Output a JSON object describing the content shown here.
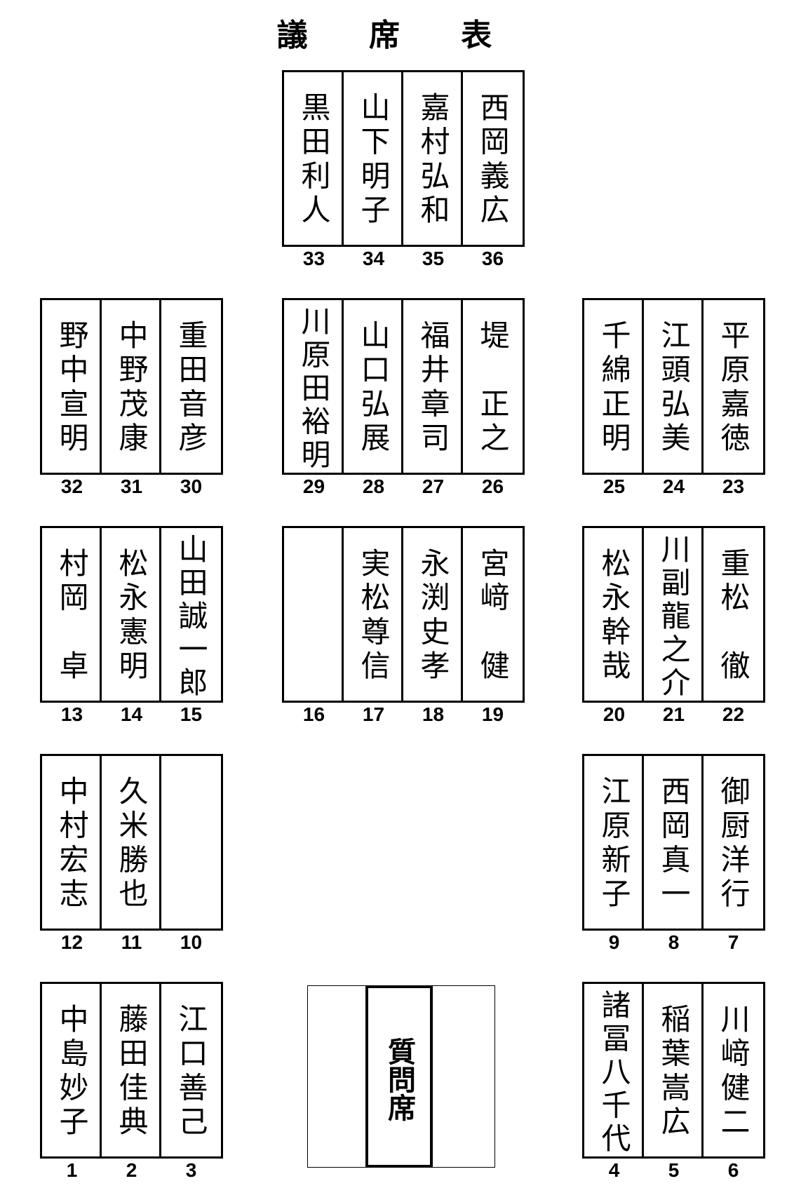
{
  "title": "議 席 表",
  "podium": {
    "label": "質問席"
  },
  "blocks": [
    {
      "seats": [
        {
          "no": "33",
          "name": "黒田利人"
        },
        {
          "no": "34",
          "name": "山下明子"
        },
        {
          "no": "35",
          "name": "嘉村弘和"
        },
        {
          "no": "36",
          "name": "西岡義広"
        }
      ]
    },
    {
      "seats": [
        {
          "no": "32",
          "name": "野中宣明"
        },
        {
          "no": "31",
          "name": "中野茂康"
        },
        {
          "no": "30",
          "name": "重田音彦"
        }
      ]
    },
    {
      "seats": [
        {
          "no": "29",
          "name": "川原田裕明"
        },
        {
          "no": "28",
          "name": "山口弘展"
        },
        {
          "no": "27",
          "name": "福井章司"
        },
        {
          "no": "26",
          "name": "堤　正之"
        }
      ]
    },
    {
      "seats": [
        {
          "no": "25",
          "name": "千綿正明"
        },
        {
          "no": "24",
          "name": "江頭弘美"
        },
        {
          "no": "23",
          "name": "平原嘉徳"
        }
      ]
    },
    {
      "seats": [
        {
          "no": "13",
          "name": "村岡　卓"
        },
        {
          "no": "14",
          "name": "松永憲明"
        },
        {
          "no": "15",
          "name": "山田誠一郎"
        }
      ]
    },
    {
      "seats": [
        {
          "no": "16",
          "name": ""
        },
        {
          "no": "17",
          "name": "実松尊信"
        },
        {
          "no": "18",
          "name": "永渕史孝"
        },
        {
          "no": "19",
          "name": "宮﨑　健"
        }
      ]
    },
    {
      "seats": [
        {
          "no": "20",
          "name": "松永幹哉"
        },
        {
          "no": "21",
          "name": "川副龍之介"
        },
        {
          "no": "22",
          "name": "重松　徹"
        }
      ]
    },
    {
      "seats": [
        {
          "no": "12",
          "name": "中村宏志"
        },
        {
          "no": "11",
          "name": "久米勝也"
        },
        {
          "no": "10",
          "name": ""
        }
      ]
    },
    {
      "seats": [
        {
          "no": "9",
          "name": "江原新子"
        },
        {
          "no": "8",
          "name": "西岡真一"
        },
        {
          "no": "7",
          "name": "御厨洋行"
        }
      ]
    },
    {
      "seats": [
        {
          "no": "1",
          "name": "中島妙子"
        },
        {
          "no": "2",
          "name": "藤田佳典"
        },
        {
          "no": "3",
          "name": "江口善己"
        }
      ]
    },
    {
      "seats": [
        {
          "no": "4",
          "name": "諸冨八千代"
        },
        {
          "no": "5",
          "name": "稲葉嵩広"
        },
        {
          "no": "6",
          "name": "川﨑健二"
        }
      ]
    }
  ]
}
